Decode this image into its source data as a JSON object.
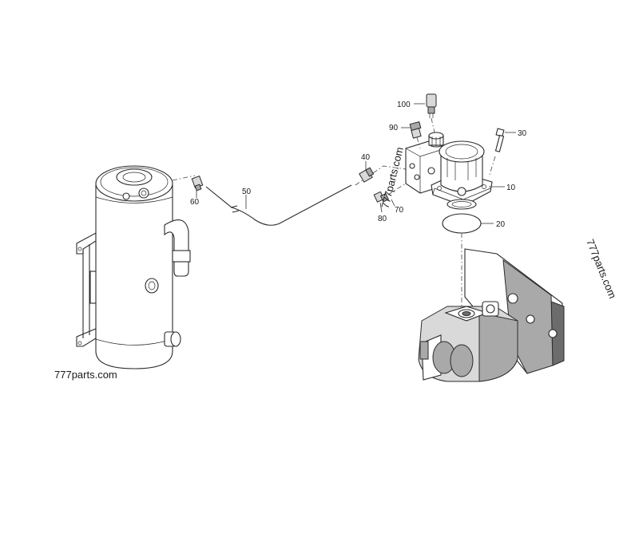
{
  "callouts": {
    "c10": "10",
    "c20": "20",
    "c30": "30",
    "c40": "40",
    "c50": "50",
    "c60": "60",
    "c70": "70",
    "c80": "80",
    "c90": "90",
    "c100": "100"
  },
  "watermarks": {
    "left": "777parts.com",
    "center": "777parts.com",
    "right": "777parts.com"
  }
}
